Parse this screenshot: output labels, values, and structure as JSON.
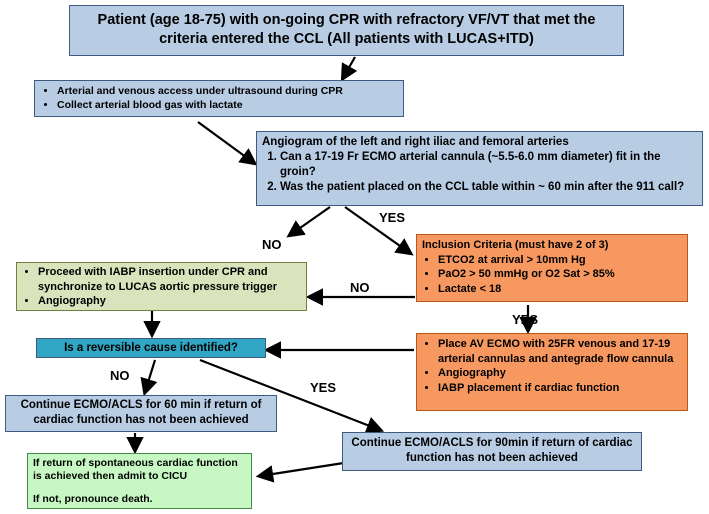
{
  "start": {
    "line1": "Patient (age 18-75) with on-going CPR with refractory VF/VT that met the",
    "line2": "criteria entered the CCL  (All patients with LUCAS+ITD)"
  },
  "access": {
    "items": [
      "Arterial and venous access under ultrasound during CPR",
      "Collect arterial blood gas with lactate"
    ]
  },
  "angiogram": {
    "title": "Angiogram of the left and right iliac and femoral arteries",
    "items": [
      "Can a 17-19 Fr ECMO arterial cannula (~5.5-6.0 mm diameter) fit in the groin?",
      "Was the patient placed on the CCL table  within ~ 60 min after the 911 call?"
    ]
  },
  "labels": {
    "yes": "YES",
    "no": "NO"
  },
  "inclusion": {
    "title": "Inclusion Criteria (must have 2 of 3)",
    "items": [
      "ETCO2  at arrival > 10mm Hg",
      "PaO2 > 50 mmHg or O2 Sat > 85%",
      "Lactate < 18"
    ]
  },
  "iabp": {
    "items": [
      "Proceed with IABP insertion under CPR and synchronize to LUCAS aortic pressure trigger",
      "Angiography"
    ]
  },
  "ecmo": {
    "items": [
      "Place AV ECMO with 25FR venous and 17-19 arterial cannulas and antegrade flow cannula",
      "Angiography",
      "IABP placement if cardiac function"
    ]
  },
  "reversible": {
    "text": "Is a reversible cause identified?"
  },
  "cont60": {
    "text": "Continue ECMO/ACLS for 60 min if return of cardiac function has not been achieved"
  },
  "cont90": {
    "text": "Continue ECMO/ACLS for 90min if return of cardiac function has not been achieved"
  },
  "final": {
    "line1": "If return of spontaneous cardiac function is achieved then admit to CICU",
    "line2": "If not, pronounce death."
  }
}
